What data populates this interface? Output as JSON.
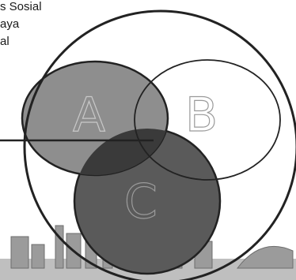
{
  "side_labels": [
    "s Sosial",
    "aya",
    "al"
  ],
  "sets": [
    {
      "letter": "A",
      "fill": "#8e8e8e"
    },
    {
      "letter": "B",
      "fill": "none"
    },
    {
      "letter": "C",
      "fill": "#5a5a5a"
    }
  ],
  "colors": {
    "outline": "#222222",
    "overlap_ac": "#3a3a3a",
    "letter_stroke_a": "#c8c8c8",
    "letter_stroke_b": "#9a9a9a",
    "letter_stroke_c": "#9a9a9a",
    "skyline": "#8a8a8a"
  },
  "icons": [
    "city-skyline-icon"
  ]
}
